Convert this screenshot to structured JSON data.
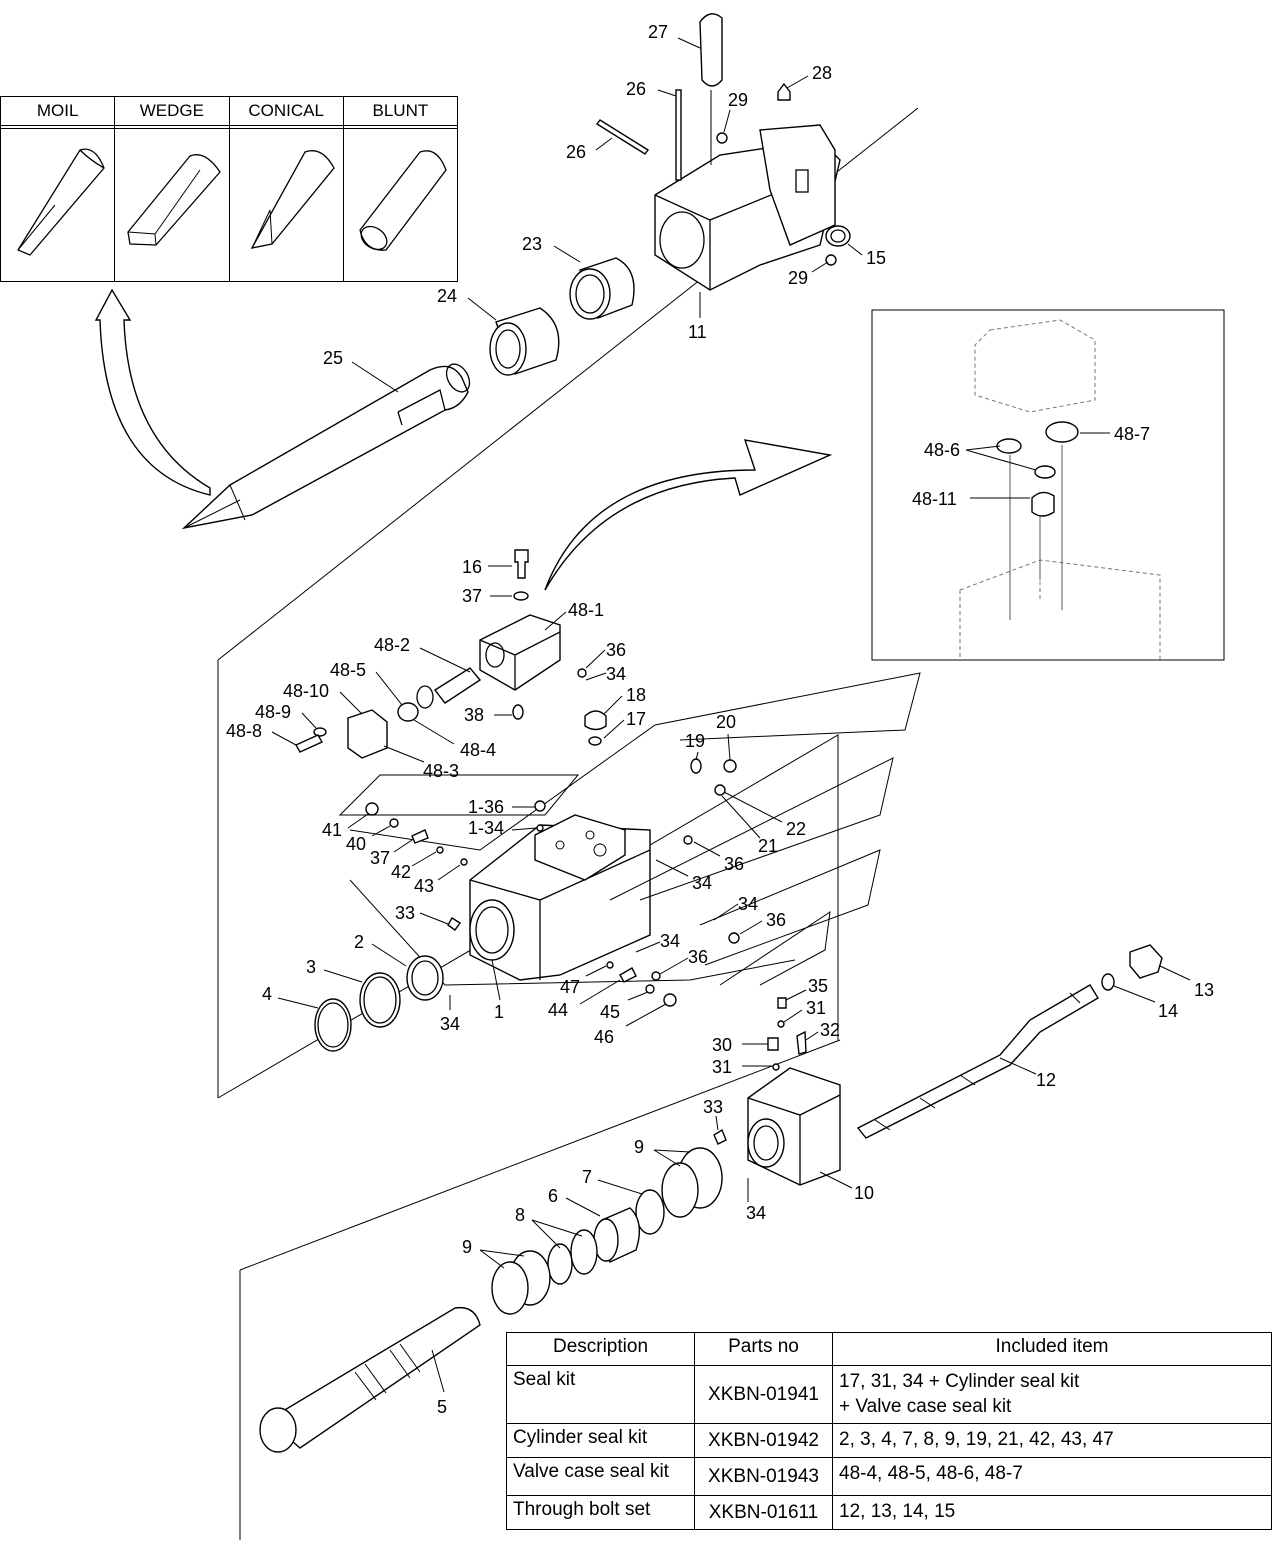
{
  "tip_types": [
    "MOIL",
    "WEDGE",
    "CONICAL",
    "BLUNT"
  ],
  "labels": {
    "l27": "27",
    "l28": "28",
    "l26a": "26",
    "l29a": "29",
    "l26b": "26",
    "l23": "23",
    "l15": "15",
    "l29b": "29",
    "l24": "24",
    "l11": "11",
    "l25": "25",
    "l48_7": "48-7",
    "l48_6": "48-6",
    "l48_11": "48-11",
    "l16": "16",
    "l37a": "37",
    "l48_1": "48-1",
    "l48_2": "48-2",
    "l36a": "36",
    "l48_5": "48-5",
    "l34a": "34",
    "l48_10": "48-10",
    "l18": "18",
    "l48_9": "48-9",
    "l38": "38",
    "l17": "17",
    "l48_4": "48-4",
    "l48_8": "48-8",
    "l20": "20",
    "l48_3": "48-3",
    "l19": "19",
    "l1_36": "1-36",
    "l41": "41",
    "l1_34": "1-34",
    "l22": "22",
    "l40": "40",
    "l21": "21",
    "l37b": "37",
    "l36b": "36",
    "l42": "42",
    "l34b": "34",
    "l43": "43",
    "l34c": "34",
    "l33a": "33",
    "l36c": "36",
    "l2": "2",
    "l34d": "34",
    "l3": "3",
    "l36d": "36",
    "l47": "47",
    "l4": "4",
    "l13": "13",
    "l35": "35",
    "l44": "44",
    "l45": "45",
    "l1": "1",
    "l34e": "34",
    "l14": "14",
    "l31a": "31",
    "l46": "46",
    "l32": "32",
    "l30": "30",
    "l31b": "31",
    "l12": "12",
    "l33b": "33",
    "l9a": "9",
    "l10": "10",
    "l7": "7",
    "l34f": "34",
    "l6": "6",
    "l8": "8",
    "l9b": "9",
    "l5": "5"
  },
  "kit_table": {
    "headers": [
      "Description",
      "Parts no",
      "Included item"
    ],
    "rows": [
      {
        "description": "Seal kit",
        "parts_no": "XKBN-01941",
        "included": [
          "17, 31, 34 + Cylinder seal kit",
          "+ Valve case seal kit"
        ]
      },
      {
        "description": "Cylinder seal kit",
        "parts_no": "XKBN-01942",
        "included": [
          "2, 3, 4, 7, 8, 9, 19, 21, 42, 43, 47"
        ]
      },
      {
        "description": "Valve case seal kit",
        "parts_no": "XKBN-01943",
        "included": [
          "48-4, 48-5, 48-6, 48-7"
        ]
      },
      {
        "description": "Through bolt set",
        "parts_no": "XKBN-01611",
        "included": [
          "12, 13, 14, 15"
        ]
      }
    ]
  }
}
